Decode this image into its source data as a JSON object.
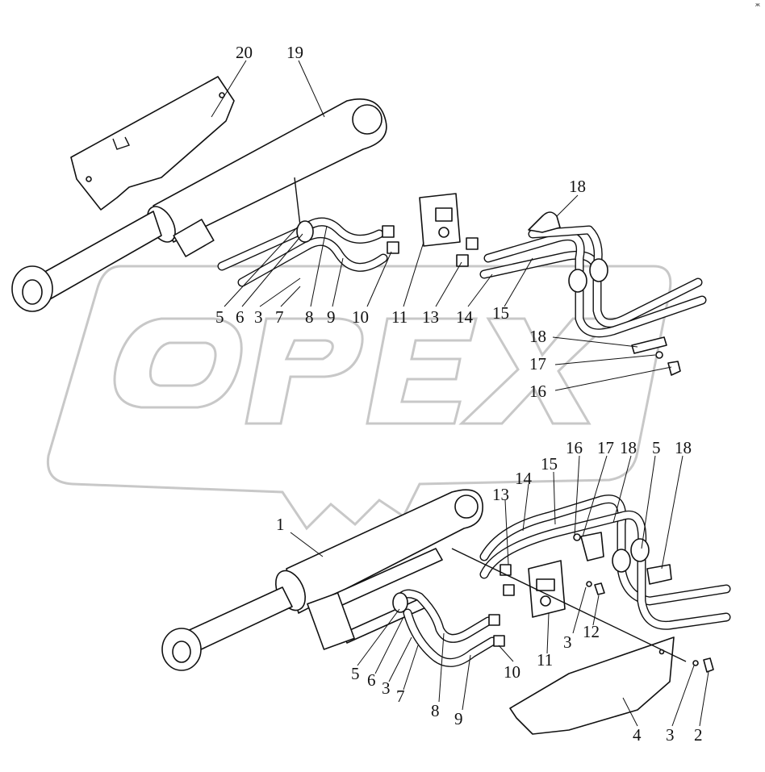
{
  "page_mark": "ж",
  "watermark": {
    "text": "OPEX",
    "color": "#c8c8c8"
  },
  "upper_assembly": {
    "callouts": [
      {
        "id": "u20",
        "label": "20"
      },
      {
        "id": "u19",
        "label": "19"
      },
      {
        "id": "u18a",
        "label": "18"
      },
      {
        "id": "u5",
        "label": "5"
      },
      {
        "id": "u6",
        "label": "6"
      },
      {
        "id": "u3",
        "label": "3"
      },
      {
        "id": "u7",
        "label": "7"
      },
      {
        "id": "u8",
        "label": "8"
      },
      {
        "id": "u9",
        "label": "9"
      },
      {
        "id": "u10",
        "label": "10"
      },
      {
        "id": "u11",
        "label": "11"
      },
      {
        "id": "u13",
        "label": "13"
      },
      {
        "id": "u14",
        "label": "14"
      },
      {
        "id": "u15",
        "label": "15"
      },
      {
        "id": "u18b",
        "label": "18"
      },
      {
        "id": "u17",
        "label": "17"
      },
      {
        "id": "u16",
        "label": "16"
      }
    ]
  },
  "lower_assembly": {
    "callouts": [
      {
        "id": "l1",
        "label": "1"
      },
      {
        "id": "l16",
        "label": "16"
      },
      {
        "id": "l17",
        "label": "17"
      },
      {
        "id": "l18a",
        "label": "18"
      },
      {
        "id": "l5a",
        "label": "5"
      },
      {
        "id": "l18b",
        "label": "18"
      },
      {
        "id": "l15",
        "label": "15"
      },
      {
        "id": "l14",
        "label": "14"
      },
      {
        "id": "l13",
        "label": "13"
      },
      {
        "id": "l12",
        "label": "12"
      },
      {
        "id": "l3a",
        "label": "3"
      },
      {
        "id": "l11",
        "label": "11"
      },
      {
        "id": "l10",
        "label": "10"
      },
      {
        "id": "l5b",
        "label": "5"
      },
      {
        "id": "l6",
        "label": "6"
      },
      {
        "id": "l3b",
        "label": "3"
      },
      {
        "id": "l7",
        "label": "7"
      },
      {
        "id": "l8",
        "label": "8"
      },
      {
        "id": "l9",
        "label": "9"
      },
      {
        "id": "l4",
        "label": "4"
      },
      {
        "id": "l3c",
        "label": "3"
      },
      {
        "id": "l2",
        "label": "2"
      }
    ]
  }
}
